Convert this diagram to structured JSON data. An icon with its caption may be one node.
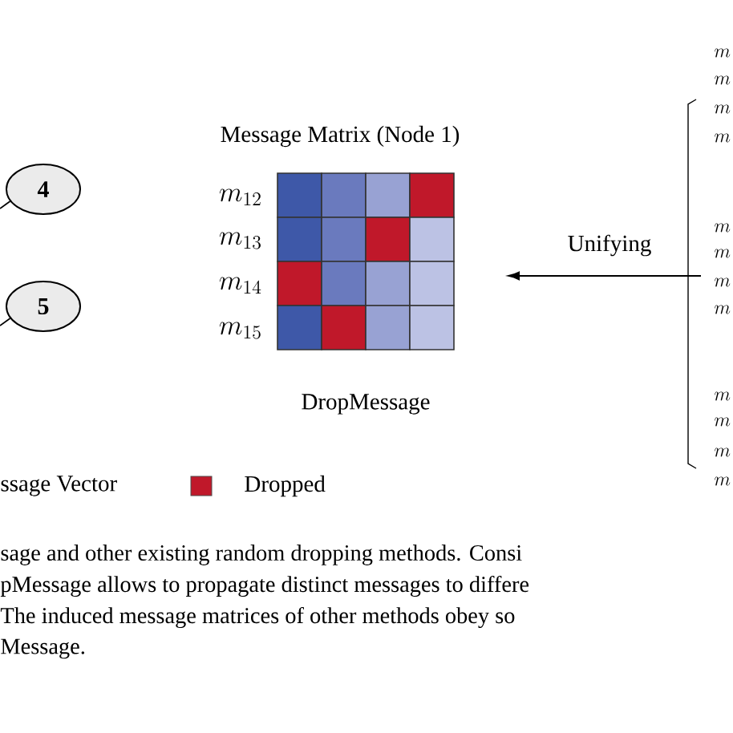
{
  "diagram": {
    "nodes": [
      {
        "text": [
          "4"
        ]
      },
      {
        "text": [
          "5"
        ]
      },
      {
        "text": [
          "Message Matrix (Node 1)",
          "DropMessage"
        ]
      }
    ],
    "edges": [
      {
        "from": null,
        "to": 0,
        "arrow": "none"
      },
      {
        "from": null,
        "to": 1,
        "arrow": "none"
      },
      {
        "from": null,
        "to": 2,
        "arrow": "to",
        "label": "Unifying"
      }
    ],
    "labels": [
      "m_{12}",
      "m_{13}",
      "m_{14}",
      "m_{15}",
      "m",
      "m",
      "m",
      "m",
      "m",
      "m",
      "m",
      "m",
      "m",
      "m",
      "m",
      "m",
      "sage and other existing random dropping methods. Consi",
      "pMessage allows to propagate distinct messages to differe",
      "The induced message matrices of other methods obey so",
      "Message."
    ],
    "legend": [
      {
        "text": "ssage Vector"
      },
      {
        "text": "Dropped",
        "color": "#c0182a"
      }
    ]
  }
}
